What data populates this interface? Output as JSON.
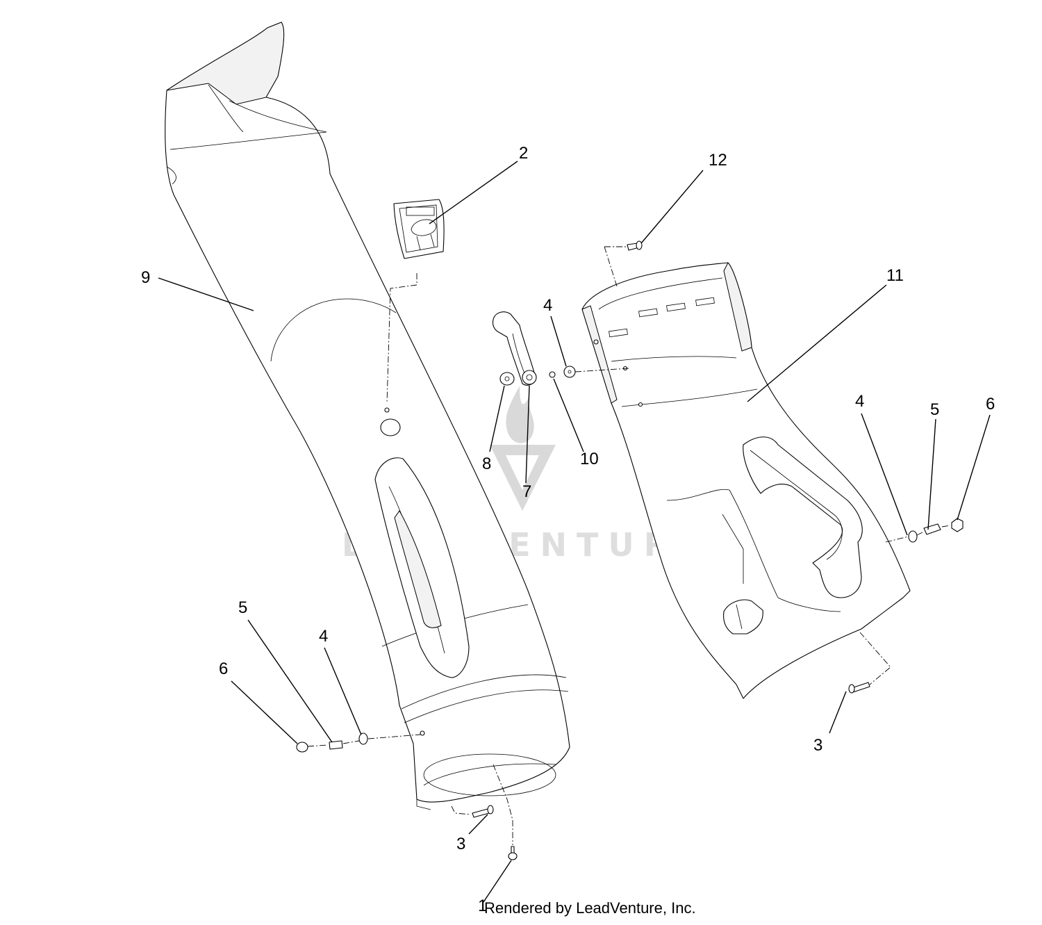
{
  "diagram": {
    "callouts": [
      {
        "id": "c2",
        "label": "2"
      },
      {
        "id": "c12",
        "label": "12"
      },
      {
        "id": "c9",
        "label": "9"
      },
      {
        "id": "c11",
        "label": "11"
      },
      {
        "id": "c4a",
        "label": "4"
      },
      {
        "id": "c8",
        "label": "8"
      },
      {
        "id": "c7",
        "label": "7"
      },
      {
        "id": "c10",
        "label": "10"
      },
      {
        "id": "c4b",
        "label": "4"
      },
      {
        "id": "c5a",
        "label": "5"
      },
      {
        "id": "c6a",
        "label": "6"
      },
      {
        "id": "c5b",
        "label": "5"
      },
      {
        "id": "c4c",
        "label": "4"
      },
      {
        "id": "c6b",
        "label": "6"
      },
      {
        "id": "c3a",
        "label": "3"
      },
      {
        "id": "c3b",
        "label": "3"
      },
      {
        "id": "c1",
        "label": "1"
      }
    ],
    "watermark": "LEADVENTURE",
    "credit": "Rendered by LeadVenture, Inc."
  }
}
